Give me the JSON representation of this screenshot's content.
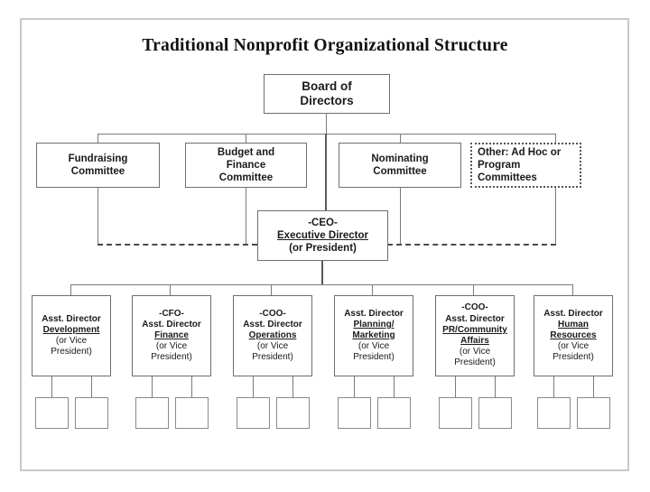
{
  "title": "Traditional Nonprofit Organizational Structure",
  "board": {
    "line1": "Board of",
    "line2": "Directors"
  },
  "committees": [
    {
      "name": "fundraising-committee",
      "lines": [
        "Fundraising",
        "Committee"
      ],
      "dotted": false
    },
    {
      "name": "budget-finance-committee",
      "lines": [
        "Budget and",
        "Finance",
        "Committee"
      ],
      "dotted": false
    },
    {
      "name": "nominating-committee",
      "lines": [
        "Nominating",
        "Committee"
      ],
      "dotted": false
    },
    {
      "name": "other-committees",
      "lines": [
        "Other: Ad Hoc or",
        "Program",
        "Committees"
      ],
      "dotted": true
    }
  ],
  "ceo": {
    "line1": "-CEO-",
    "line2": "Executive Director",
    "line3": "(or President)"
  },
  "departments": [
    {
      "name": "development",
      "title_line": "Asst. Director",
      "underlined": [
        "Development"
      ],
      "alt_title": "",
      "sub_label_1": "(or Vice",
      "sub_label_2": "President)"
    },
    {
      "name": "finance",
      "title_line": "Asst. Director",
      "underlined": [
        "Finance"
      ],
      "alt_title": "-CFO-",
      "sub_label_1": "(or Vice",
      "sub_label_2": "President)"
    },
    {
      "name": "operations",
      "title_line": "Asst. Director",
      "underlined": [
        "Operations"
      ],
      "alt_title": "-COO-",
      "sub_label_1": "(or Vice",
      "sub_label_2": "President)"
    },
    {
      "name": "planning-marketing",
      "title_line": "Asst. Director",
      "underlined": [
        "Planning/",
        "Marketing"
      ],
      "alt_title": "",
      "sub_label_1": "(or Vice",
      "sub_label_2": "President)"
    },
    {
      "name": "pr-community-affairs",
      "title_line": "Asst. Director",
      "underlined": [
        "PR/Community",
        "Affairs"
      ],
      "alt_title": "-COO-",
      "sub_label_1": "(or Vice",
      "sub_label_2": "President)"
    },
    {
      "name": "human-resources",
      "title_line": "Asst. Director",
      "underlined": [
        "Human",
        "Resources"
      ],
      "alt_title": "",
      "sub_label_1": "(or Vice",
      "sub_label_2": "President)"
    }
  ],
  "sub_units_per_department": 2,
  "colors": {
    "box_border": "#6e6e6e",
    "connector": "#7a7a7a",
    "dotted_border": "#555555",
    "frame": "#c9c9c9",
    "text": "#1a1a1a"
  }
}
